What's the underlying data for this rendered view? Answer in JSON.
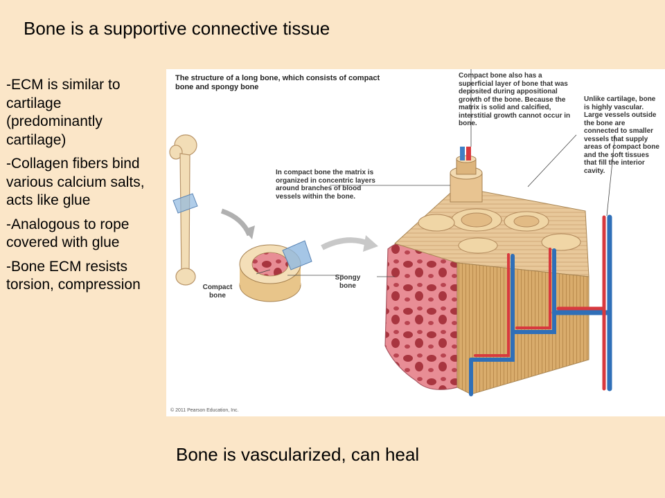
{
  "slide": {
    "title": "Bone is a supportive connective tissue",
    "footer": "Bone is vascularized, can heal"
  },
  "bullets": [
    "-ECM is similar to cartilage (predominantly cartilage)",
    "-Collagen fibers bind various calcium salts, acts like glue",
    "-Analogous to rope covered with glue",
    "-Bone ECM resists torsion, compression"
  ],
  "figure": {
    "heading": "The structure of a long bone, which consists of compact bone and spongy bone",
    "appositional_note": "Compact bone also has a superficial layer of bone that was deposited during appositional growth of the bone. Because the matrix is solid and calcified, interstitial growth cannot occur in bone.",
    "vascular_note": "Unlike cartilage, bone is highly vascular. Large vessels outside the bone are connected to smaller vessels that supply areas of compact bone and the soft tissues that fill the interior cavity.",
    "concentric_note": "In compact bone the matrix is organized in concentric layers around branches of blood vessels within the bone.",
    "compact_label": "Compact bone",
    "spongy_label": "Spongy bone",
    "copyright": "© 2011 Pearson Education, Inc."
  }
}
